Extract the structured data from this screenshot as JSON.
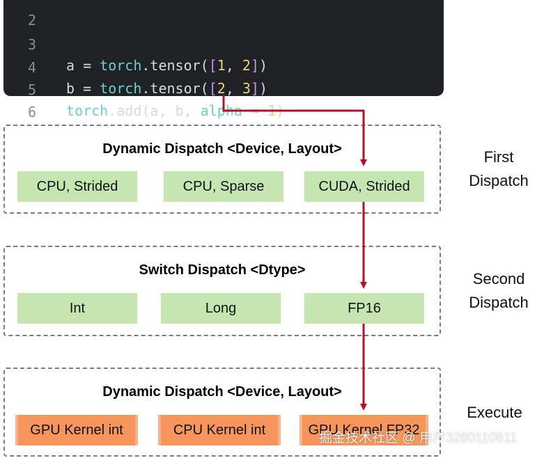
{
  "code": {
    "lines": [
      {
        "num": "2",
        "tokens": []
      },
      {
        "num": "3",
        "tokens": [
          {
            "t": "a",
            "c": "var"
          },
          {
            "t": " = ",
            "c": "op"
          },
          {
            "t": "torch",
            "c": "fn"
          },
          {
            "t": ".tensor(",
            "c": "var"
          },
          {
            "t": "[",
            "c": "bracket"
          },
          {
            "t": "1",
            "c": "num"
          },
          {
            "t": ", ",
            "c": "var"
          },
          {
            "t": "2",
            "c": "num"
          },
          {
            "t": "]",
            "c": "bracket"
          },
          {
            "t": ")",
            "c": "var"
          }
        ]
      },
      {
        "num": "4",
        "tokens": [
          {
            "t": "b",
            "c": "var"
          },
          {
            "t": " = ",
            "c": "op"
          },
          {
            "t": "torch",
            "c": "fn"
          },
          {
            "t": ".tensor(",
            "c": "var"
          },
          {
            "t": "[",
            "c": "bracket"
          },
          {
            "t": "2",
            "c": "num"
          },
          {
            "t": ", ",
            "c": "var"
          },
          {
            "t": "3",
            "c": "num"
          },
          {
            "t": "]",
            "c": "bracket"
          },
          {
            "t": ")",
            "c": "var"
          }
        ]
      },
      {
        "num": "5",
        "tokens": [
          {
            "t": "torch",
            "c": "fn"
          },
          {
            "t": ".add(",
            "c": "var"
          },
          {
            "t": "a",
            "c": "var"
          },
          {
            "t": ", ",
            "c": "var"
          },
          {
            "t": "b",
            "c": "var"
          },
          {
            "t": ", ",
            "c": "var"
          },
          {
            "t": "alpha",
            "c": "fn"
          },
          {
            "t": " = ",
            "c": "op"
          },
          {
            "t": "1",
            "c": "num"
          },
          {
            "t": ")",
            "c": "var"
          }
        ]
      },
      {
        "num": "6",
        "tokens": []
      }
    ]
  },
  "groups": [
    {
      "title": "Dynamic Dispatch <Device, Layout>",
      "boxes": [
        "CPU, Strided",
        "CPU, Sparse",
        "CUDA, Strided"
      ],
      "style": "green"
    },
    {
      "title": "Switch Dispatch <Dtype>",
      "boxes": [
        "Int",
        "Long",
        "FP16"
      ],
      "style": "green"
    },
    {
      "title": "Dynamic Dispatch <Device, Layout>",
      "boxes": [
        "GPU Kernel int",
        "CPU Kernel int",
        "GPU Kernel FP32"
      ],
      "style": "orange"
    }
  ],
  "side_labels": [
    {
      "line1": "First",
      "line2": "Dispatch"
    },
    {
      "line1": "Second",
      "line2": "Dispatch"
    },
    {
      "line1": "Execute",
      "line2": ""
    }
  ],
  "watermark": "掘金技术社区 @ 用户3280110811",
  "colors": {
    "arrow": "#b0102a",
    "green_box": "#c5e6b0",
    "orange_box": "#f6955c",
    "code_bg": "#202125"
  }
}
